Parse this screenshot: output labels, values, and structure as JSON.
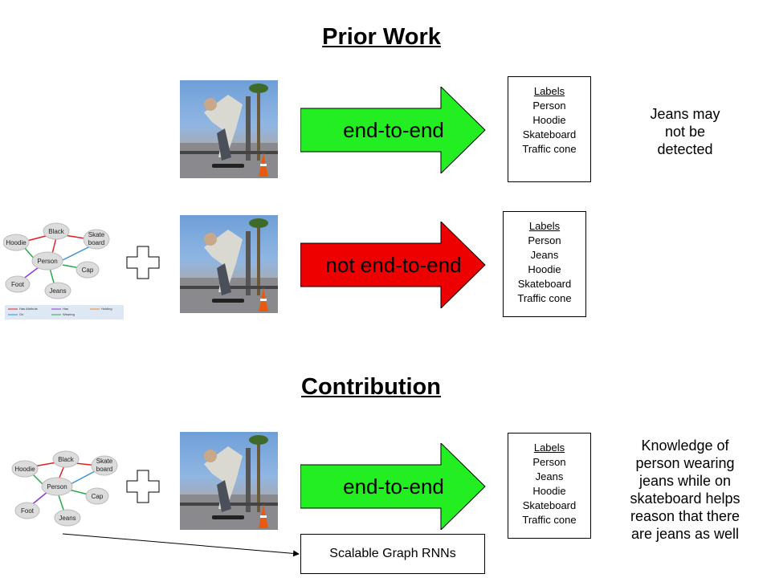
{
  "prior_work": {
    "heading": "Prior Work",
    "row1": {
      "arrow_label": "end-to-end",
      "arrow_color": "#22ee22",
      "labels_title": "Labels",
      "labels": [
        "Person",
        "Hoodie",
        "Skateboard",
        "Traffic cone"
      ],
      "note": [
        "Jeans may",
        "not be",
        "detected"
      ]
    },
    "row2": {
      "arrow_label": "not end-to-end",
      "arrow_color": "#ee0000",
      "labels_title": "Labels",
      "labels": [
        "Person",
        "Jeans",
        "Hoodie",
        "Skateboard",
        "Traffic cone"
      ]
    }
  },
  "contribution": {
    "heading": "Contribution",
    "arrow_label": "end-to-end",
    "arrow_color": "#22ee22",
    "labels_title": "Labels",
    "labels": [
      "Person",
      "Jeans",
      "Hoodie",
      "Skateboard",
      "Traffic cone"
    ],
    "note": [
      "Knowledge of",
      "person wearing",
      "jeans while on",
      "skateboard helps",
      "reason that there",
      "are jeans as well"
    ],
    "rnn_label": "Scalable Graph RNNs"
  },
  "graph": {
    "nodes": {
      "black": "Black",
      "skateboard": [
        "Skate",
        "board"
      ],
      "hoodie": "Hoodie",
      "person": "Person",
      "cap": "Cap",
      "foot": "Foot",
      "jeans": "Jeans"
    },
    "legend": [
      "Has Attribute",
      "On",
      "Has",
      "Wearing",
      "Holding"
    ],
    "edge_colors": {
      "has_attribute": "#e02020",
      "on": "#3a8fd6",
      "has": "#8a3ad6",
      "wearing": "#2aa84a",
      "holding": "#f08a20"
    }
  }
}
